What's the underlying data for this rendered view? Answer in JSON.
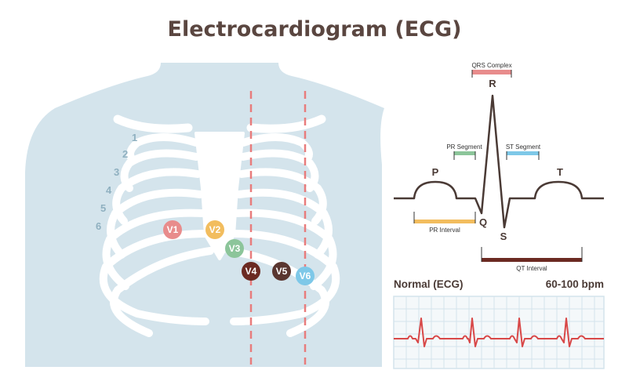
{
  "title": "Electrocardiogram (ECG)",
  "ribs": [
    "1",
    "2",
    "3",
    "4",
    "5",
    "6"
  ],
  "electrodes": [
    {
      "label": "V1",
      "color": "#e88c8c"
    },
    {
      "label": "V2",
      "color": "#f2bd5e"
    },
    {
      "label": "V3",
      "color": "#8cc59a"
    },
    {
      "label": "V4",
      "color": "#6b2a22"
    },
    {
      "label": "V5",
      "color": "#5a3630"
    },
    {
      "label": "V6",
      "color": "#7ec8e8"
    }
  ],
  "waveform": {
    "qrs_complex": "QRS Complex",
    "pr_segment": "PR Segment",
    "st_segment": "ST Segment",
    "pr_interval": "PR Interval",
    "qt_interval": "QT Interval",
    "p": "P",
    "q": "Q",
    "r": "R",
    "s": "S",
    "t": "T"
  },
  "strip": {
    "label": "Normal (ECG)",
    "rate": "60-100 bpm"
  },
  "colors": {
    "body": "#d4e4ec",
    "bone": "#ffffff",
    "guide": "#e87c7c",
    "trace": "#d84848",
    "qrs": "#e88c8c",
    "pr_segment": "#8cc59a",
    "st_segment": "#7ec8e8",
    "pr_interval": "#f2bd5e",
    "qt_interval": "#6b2a22",
    "grid": "#d4e4ec",
    "grid_bg": "#f4f8fa"
  }
}
